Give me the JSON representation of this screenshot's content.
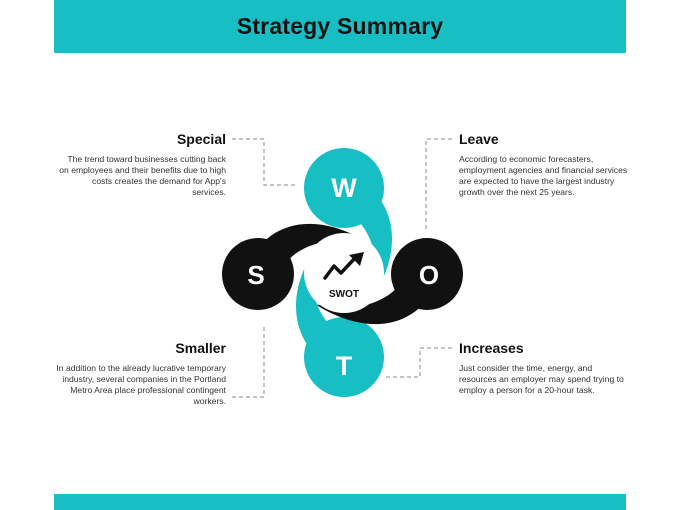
{
  "title": "Strategy Summary",
  "colors": {
    "accent": "#17bfc4",
    "dark": "#111111",
    "text": "#333333"
  },
  "center": {
    "label": "SWOT",
    "icon": "trend-arrow-icon"
  },
  "letters": {
    "w": "W",
    "s": "S",
    "o": "O",
    "t": "T"
  },
  "blocks": {
    "top_left": {
      "heading": "Special",
      "body": "The trend toward businesses cutting back on employees and their benefits due to high costs creates the demand for App's services."
    },
    "top_right": {
      "heading": "Leave",
      "body": "According to economic forecasters, employment agencies and financial services are expected to have the largest industry growth over the next 25 years."
    },
    "bottom_left": {
      "heading": "Smaller",
      "body": "In addition to the already lucrative temporary industry, several companies in the Portland Metro Area place professional contingent workers."
    },
    "bottom_right": {
      "heading": "Increases",
      "body": "Just consider the time, energy, and resources an employer may spend trying to employ a person for a 20-hour task."
    }
  }
}
